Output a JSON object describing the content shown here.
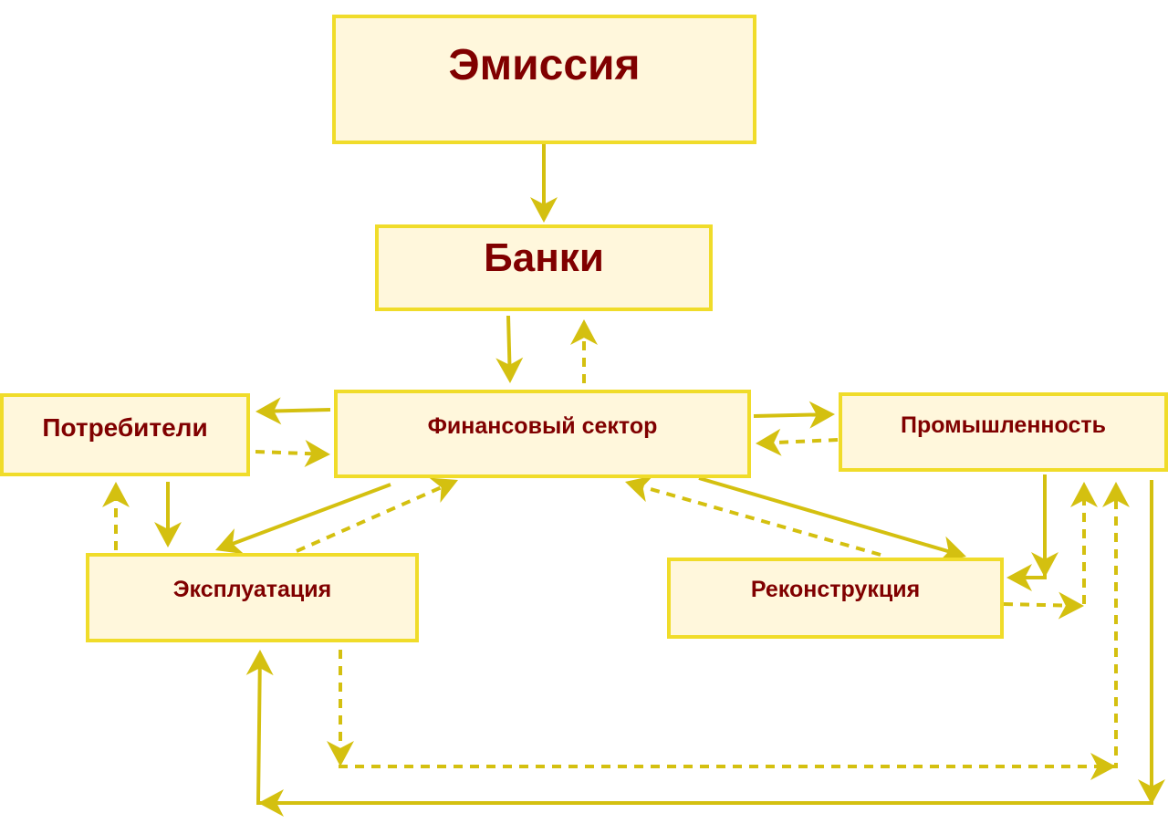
{
  "diagram": {
    "title": "Emission money flow",
    "colors": {
      "box_fill": "#fff7dc",
      "box_border": "#f0dc2a",
      "text": "#800000",
      "arrow": "#d4c010"
    },
    "nodes": {
      "emission": "Эмиссия",
      "banks": "Банки",
      "finance": "Финансовый сектор",
      "consumers": "Потребители",
      "industry": "Промышленность",
      "operation": "Эксплуатация",
      "reconstruction": "Реконструкция"
    },
    "edges": [
      {
        "from": "emission",
        "to": "banks",
        "style": "solid"
      },
      {
        "from": "banks",
        "to": "finance",
        "style": "solid"
      },
      {
        "from": "finance",
        "to": "banks",
        "style": "dashed"
      },
      {
        "from": "finance",
        "to": "consumers",
        "style": "solid"
      },
      {
        "from": "consumers",
        "to": "finance",
        "style": "dashed"
      },
      {
        "from": "finance",
        "to": "industry",
        "style": "solid"
      },
      {
        "from": "industry",
        "to": "finance",
        "style": "dashed"
      },
      {
        "from": "consumers",
        "to": "operation",
        "style": "solid"
      },
      {
        "from": "operation",
        "to": "consumers",
        "style": "dashed"
      },
      {
        "from": "finance",
        "to": "operation",
        "style": "solid"
      },
      {
        "from": "operation",
        "to": "finance",
        "style": "dashed"
      },
      {
        "from": "finance",
        "to": "reconstruction",
        "style": "solid"
      },
      {
        "from": "reconstruction",
        "to": "finance",
        "style": "dashed"
      },
      {
        "from": "industry",
        "to": "reconstruction",
        "style": "solid"
      },
      {
        "from": "reconstruction",
        "to": "industry",
        "style": "dashed"
      },
      {
        "from": "operation",
        "to": "industry",
        "style": "dashed"
      },
      {
        "from": "industry",
        "to": "operation",
        "style": "solid"
      }
    ]
  }
}
